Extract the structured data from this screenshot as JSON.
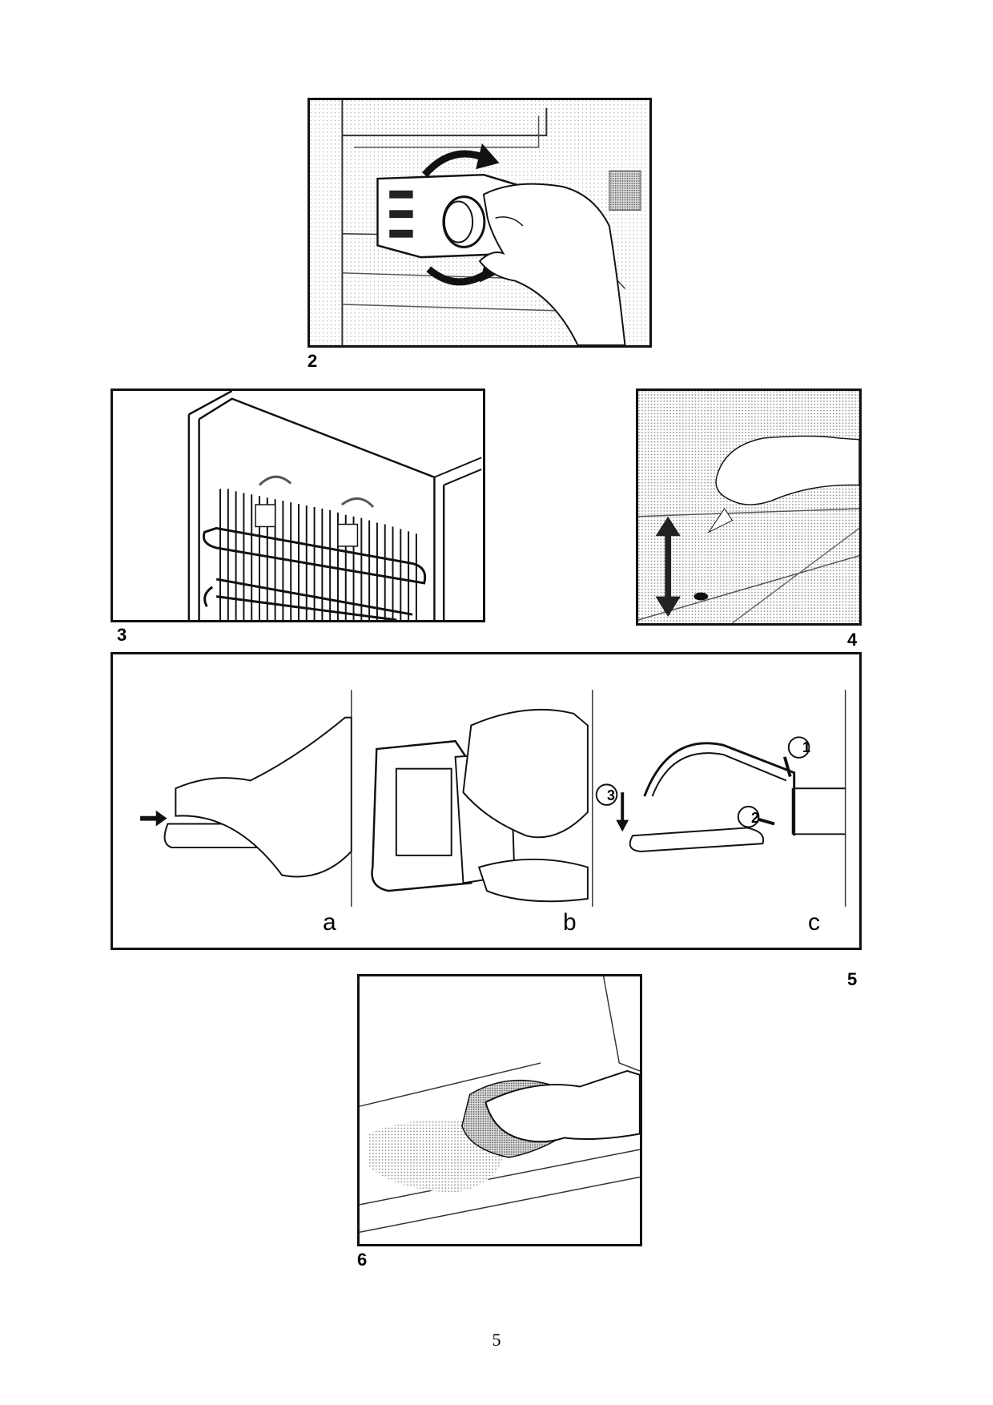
{
  "figures": {
    "fig2": {
      "number": "2"
    },
    "fig3": {
      "number": "3"
    },
    "fig4": {
      "number": "4"
    },
    "fig5": {
      "number": "5",
      "panels": [
        "a",
        "b",
        "c"
      ],
      "steps": [
        "1",
        "2",
        "3"
      ]
    },
    "fig6": {
      "number": "6"
    }
  },
  "page": {
    "number": "5"
  }
}
